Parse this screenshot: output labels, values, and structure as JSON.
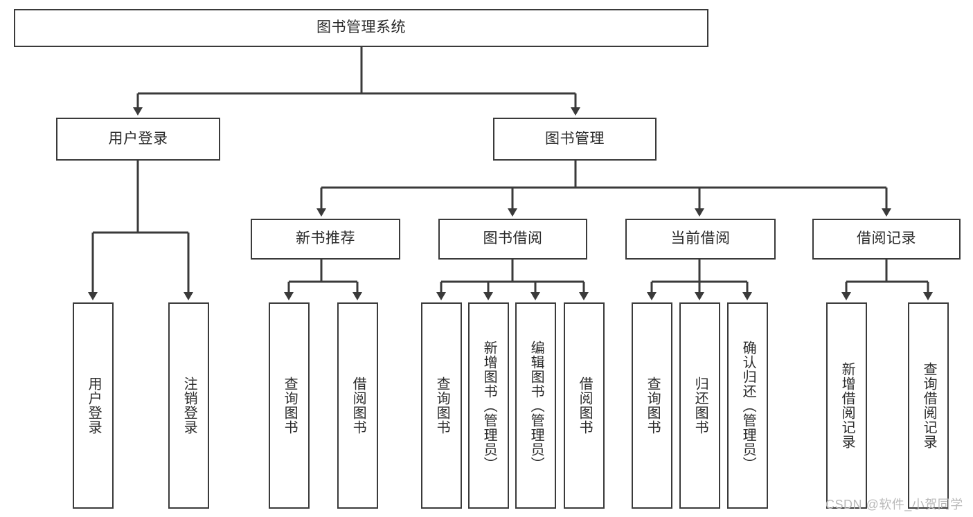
{
  "diagram": {
    "title": "图书管理系统",
    "type": "hierarchy-tree",
    "root": {
      "label": "图书管理系统"
    },
    "level2": [
      {
        "label": "用户登录"
      },
      {
        "label": "图书管理"
      }
    ],
    "level3": [
      {
        "label": "新书推荐"
      },
      {
        "label": "图书借阅"
      },
      {
        "label": "当前借阅"
      },
      {
        "label": "借阅记录"
      }
    ],
    "leaves": [
      {
        "label": "用户登录",
        "parent": "用户登录"
      },
      {
        "label": "注销登录",
        "parent": "用户登录"
      },
      {
        "label": "查询图书",
        "parent": "新书推荐"
      },
      {
        "label": "借阅图书",
        "parent": "新书推荐"
      },
      {
        "label": "查询图书",
        "parent": "图书借阅"
      },
      {
        "label": "新增图书（管理员）",
        "parent": "图书借阅"
      },
      {
        "label": "编辑图书（管理员）",
        "parent": "图书借阅"
      },
      {
        "label": "借阅图书",
        "parent": "图书借阅"
      },
      {
        "label": "查询图书",
        "parent": "当前借阅"
      },
      {
        "label": "归还图书",
        "parent": "当前借阅"
      },
      {
        "label": "确认归还（管理员）",
        "parent": "当前借阅"
      },
      {
        "label": "新增借阅记录",
        "parent": "借阅记录"
      },
      {
        "label": "查询借阅记录",
        "parent": "借阅记录"
      }
    ],
    "watermark": "CSDN @软件_小贺同学",
    "colors": {
      "stroke": "#3a3a3a",
      "fill": "#ffffff",
      "text": "#2b2b2b",
      "watermark": "#b9b9b9"
    }
  }
}
